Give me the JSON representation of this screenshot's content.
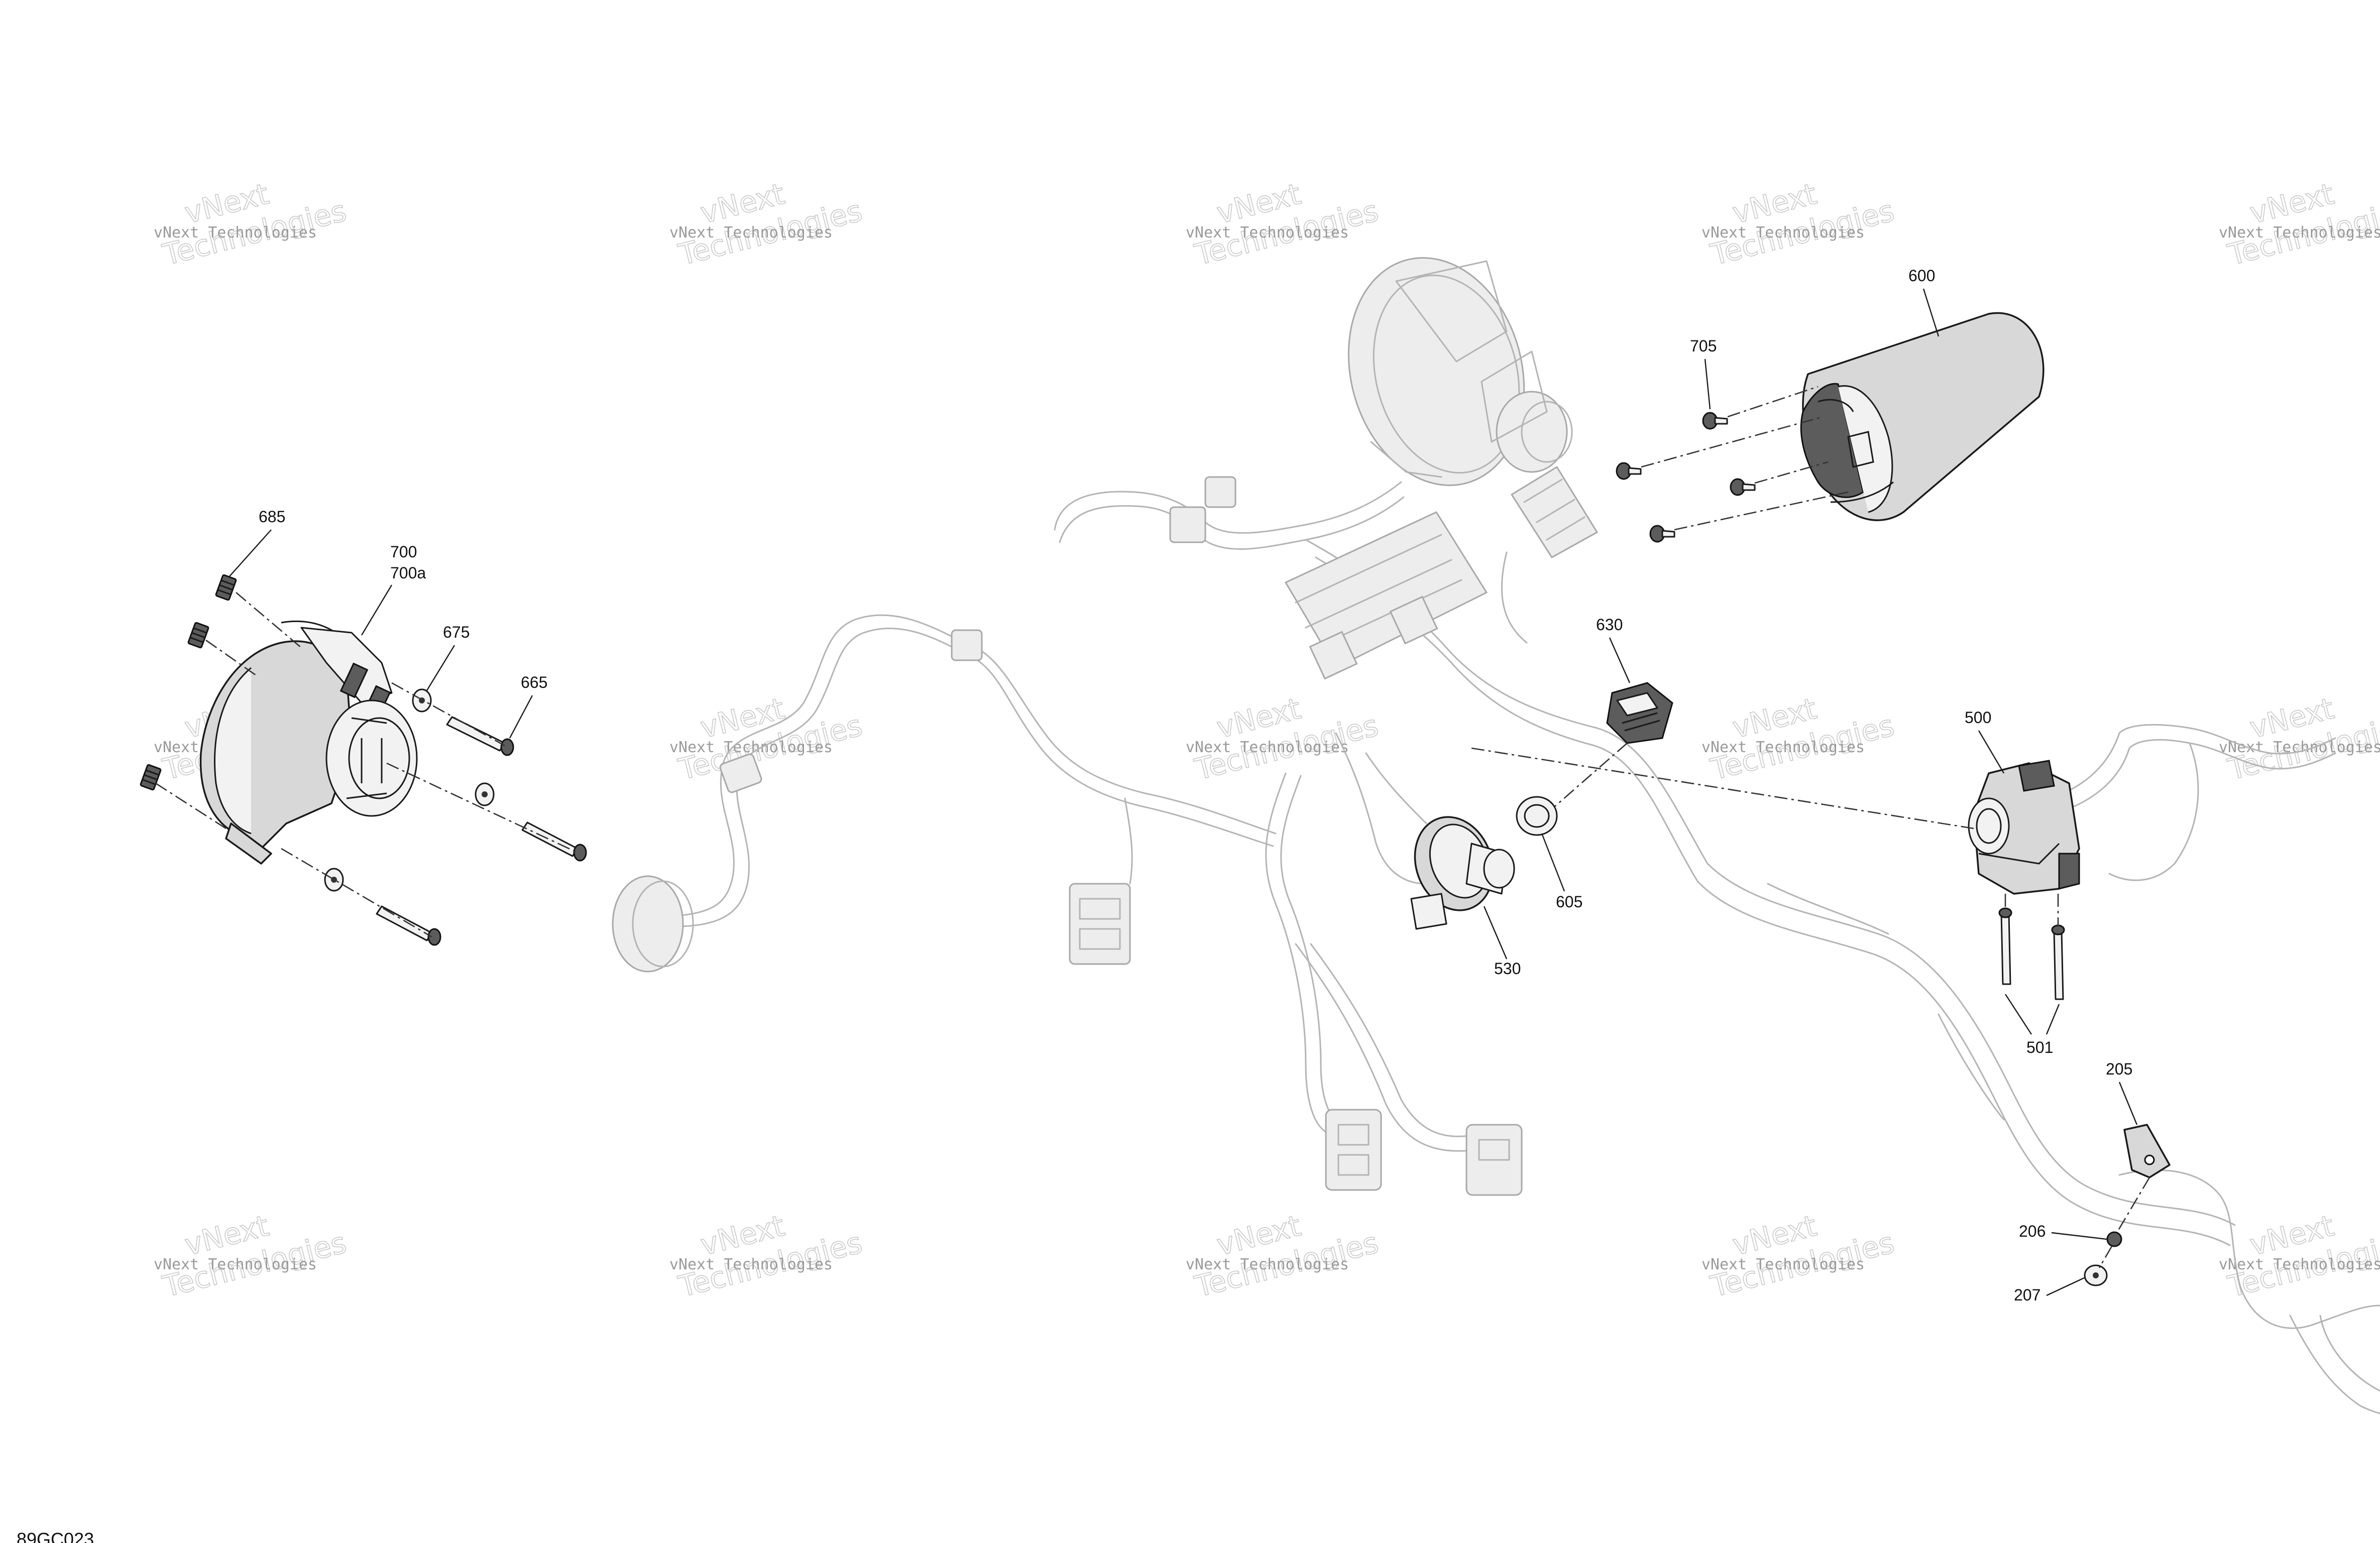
{
  "diagram": {
    "figure_id": "89GC023",
    "watermark": {
      "small_text": "vNext Technologies",
      "large_line1": "vNext",
      "large_line2": "Technologies"
    },
    "callouts": [
      {
        "id": "c685",
        "label": "685"
      },
      {
        "id": "c700",
        "label": "700"
      },
      {
        "id": "c700a",
        "label": "700a"
      },
      {
        "id": "c675",
        "label": "675"
      },
      {
        "id": "c665",
        "label": "665"
      },
      {
        "id": "c705",
        "label": "705"
      },
      {
        "id": "c600",
        "label": "600"
      },
      {
        "id": "c630",
        "label": "630"
      },
      {
        "id": "c500",
        "label": "500"
      },
      {
        "id": "c605",
        "label": "605"
      },
      {
        "id": "c530",
        "label": "530"
      },
      {
        "id": "c501",
        "label": "501"
      },
      {
        "id": "c205",
        "label": "205"
      },
      {
        "id": "c206",
        "label": "206"
      },
      {
        "id": "c207",
        "label": "207"
      }
    ]
  },
  "colors": {
    "ink": "#1a1a1a",
    "ghost_parts": "#b4b4b4",
    "watermark": "#9a9a9a",
    "background": "#ffffff"
  }
}
